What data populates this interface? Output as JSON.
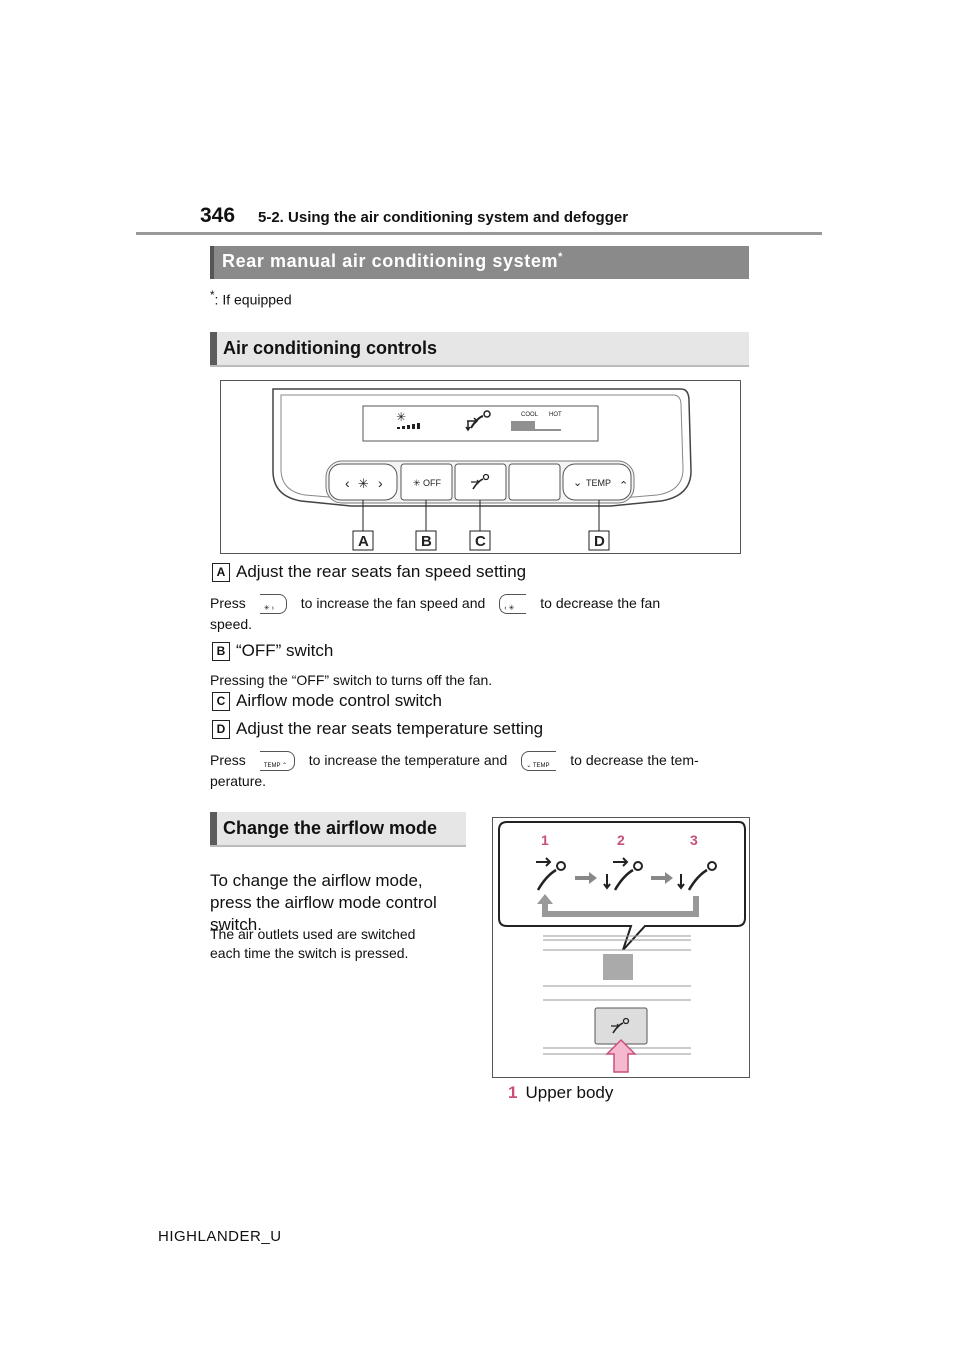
{
  "header": {
    "page_number": "346",
    "chapter": "5-2. Using the air conditioning system and defogger"
  },
  "section": {
    "title": "Rear manual air conditioning system",
    "title_mark": "*",
    "footnote_mark": "*",
    "footnote": ": If equipped"
  },
  "controls": {
    "heading": "Air conditioning controls",
    "panel": {
      "display_cool": "COOL",
      "display_hot": "HOT",
      "btn_off": "OFF",
      "btn_temp": "TEMP"
    },
    "callouts": [
      "A",
      "B",
      "C",
      "D"
    ],
    "items": [
      {
        "label": "A",
        "title": "Adjust the rear seats fan speed setting",
        "desc_1": "Press",
        "desc_2": "to increase the fan speed and",
        "desc_3": "to decrease the fan",
        "desc_4": "speed."
      },
      {
        "label": "B",
        "title": "“OFF” switch",
        "desc": "Pressing the “OFF” switch to turns off the fan."
      },
      {
        "label": "C",
        "title": "Airflow mode control switch"
      },
      {
        "label": "D",
        "title": "Adjust the rear seats temperature setting",
        "desc_1": "Press",
        "desc_2": "to increase the temperature and",
        "desc_3": "to decrease the tem-",
        "desc_4": "perature.",
        "btn_text": "TEMP"
      }
    ]
  },
  "airflow": {
    "heading": "Change the airflow mode",
    "instruction_line1": "To change the airflow mode,",
    "instruction_line2": "press the airflow mode control",
    "instruction_line3": "switch.",
    "note_line1": "The air outlets used are switched",
    "note_line2": "each time the switch is pressed.",
    "modes": [
      "1",
      "2",
      "3"
    ],
    "list": [
      {
        "num": "1",
        "text": "Upper body"
      }
    ]
  },
  "footer": {
    "model": "HIGHLANDER_U"
  },
  "colors": {
    "band_dark": "#8a8a8a",
    "band_light": "#e6e6e6",
    "accent_pink": "#c94f7c",
    "arrow_pink": "#f4b8cf"
  }
}
